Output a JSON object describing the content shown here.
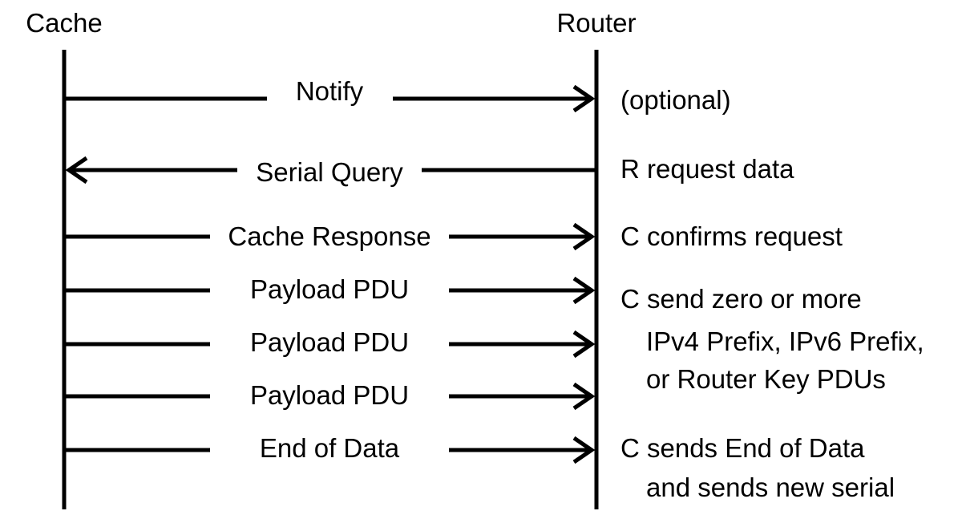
{
  "participants": {
    "left": "Cache",
    "right": "Router"
  },
  "messages": [
    {
      "label": "Notify",
      "direction": "to-right",
      "note": "(optional)"
    },
    {
      "label": "Serial Query",
      "direction": "to-left",
      "note": "R request data"
    },
    {
      "label": "Cache Response",
      "direction": "to-right",
      "note": "C confirms request"
    },
    {
      "label": "Payload PDU",
      "direction": "to-right",
      "note": "C send zero or more"
    },
    {
      "label": "Payload PDU",
      "direction": "to-right",
      "note": "IPv4 Prefix, IPv6 Prefix,"
    },
    {
      "label": "Payload PDU",
      "direction": "to-right",
      "note": "or Router Key PDUs"
    },
    {
      "label": "End of Data",
      "direction": "to-right",
      "note": "C sends End of Data"
    }
  ],
  "extra_notes": [
    "and sends new serial"
  ]
}
